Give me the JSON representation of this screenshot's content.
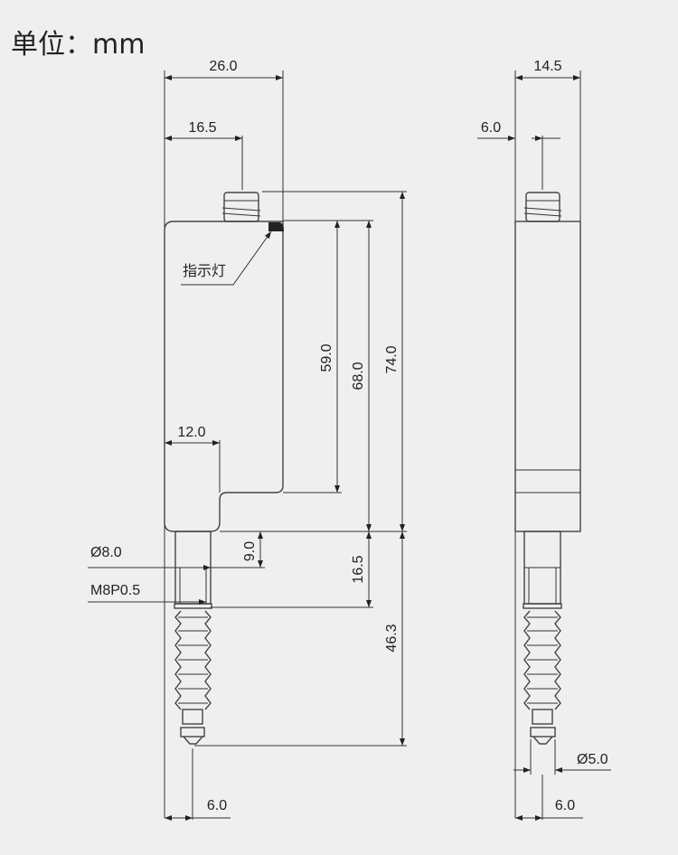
{
  "title": "单位：mm",
  "front_view": {
    "width_total": "26.0",
    "connector_offset": "16.5",
    "indicator_label": "指示灯",
    "body_height_59": "59.0",
    "body_height_68": "68.0",
    "overall_height_74": "74.0",
    "step_width": "12.0",
    "diameter_shaft": "Ø8.0",
    "thread": "M8P0.5",
    "shaft_9": "9.0",
    "shaft_16_5": "16.5",
    "stroke_46_3": "46.3",
    "tip_offset": "6.0"
  },
  "side_view": {
    "width": "14.5",
    "connector_offset": "6.0",
    "tip_diameter": "Ø5.0",
    "tip_offset": "6.0"
  }
}
